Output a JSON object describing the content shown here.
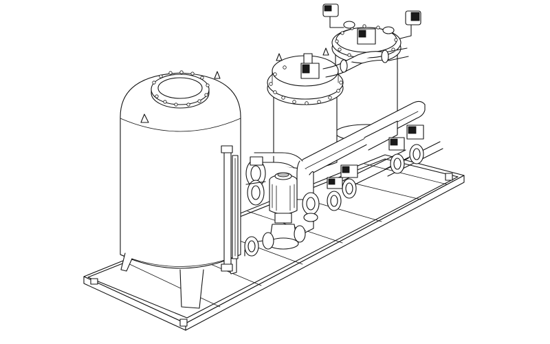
{
  "canvas": {
    "background": "#ffffff",
    "line_color": "#111111"
  },
  "components": {
    "skid": "skid-frame",
    "tank": "pressure-vessel",
    "filters": [
      "filter-housing-left",
      "filter-housing-right"
    ],
    "pump": "vertical-pump",
    "valves": [
      "actuated-valve",
      "actuated-valve",
      "actuated-valve",
      "actuated-valve",
      "actuated-valve",
      "actuated-valve"
    ],
    "gauge": "sight-glass"
  }
}
